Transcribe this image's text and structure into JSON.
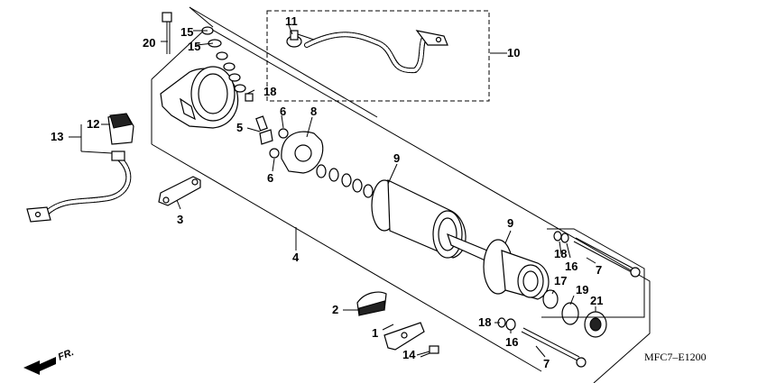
{
  "diagram": {
    "code": "MFC7–E1200",
    "direction_label": "FR.",
    "callouts": {
      "c1": "1",
      "c2": "2",
      "c3": "3",
      "c4": "4",
      "c5": "5",
      "c6a": "6",
      "c6b": "6",
      "c7a": "7",
      "c7b": "7",
      "c8": "8",
      "c9a": "9",
      "c9b": "9",
      "c10": "10",
      "c11": "11",
      "c12": "12",
      "c13": "13",
      "c14": "14",
      "c15a": "15",
      "c15b": "15",
      "c16a": "16",
      "c16b": "16",
      "c17": "17",
      "c18a": "18",
      "c18b": "18",
      "c18c": "18",
      "c19": "19",
      "c20": "20",
      "c21": "21"
    }
  }
}
